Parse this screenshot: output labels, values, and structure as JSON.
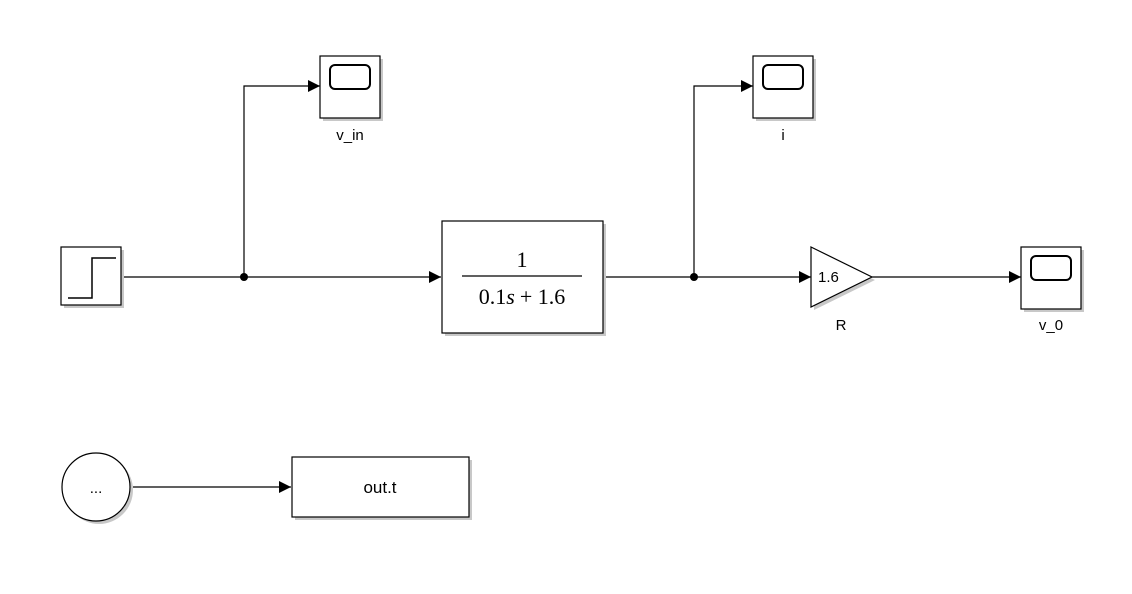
{
  "blocks": {
    "step": {
      "icon": "step-icon"
    },
    "scope_v_in": {
      "label": "v_in",
      "icon": "scope-icon"
    },
    "transfer_fcn": {
      "numerator": "1",
      "denominator_a": "0.1",
      "denominator_var": "s",
      "denominator_b": "+ 1.6"
    },
    "scope_i": {
      "label": "i",
      "icon": "scope-icon"
    },
    "gain_R": {
      "value": "1.6",
      "label": "R"
    },
    "scope_v_0": {
      "label": "v_0",
      "icon": "scope-icon"
    },
    "clock": {
      "text": "..."
    },
    "to_workspace": {
      "text": "out.t"
    }
  },
  "colors": {
    "line": "#000000",
    "block_border": "#000000",
    "block_fill": "#ffffff",
    "shadow": "#c8c8c8"
  }
}
